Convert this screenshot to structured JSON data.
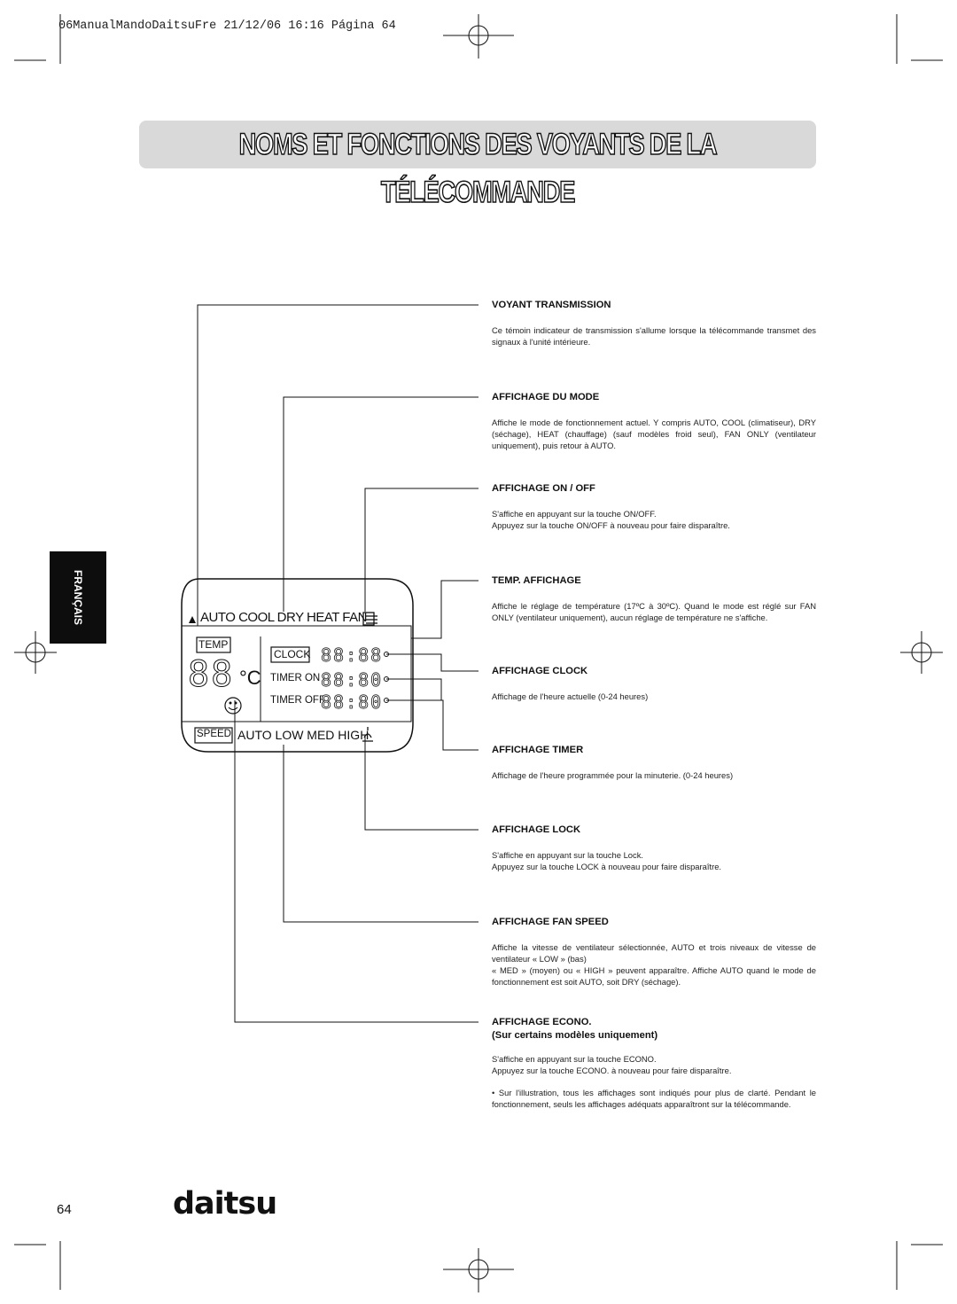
{
  "print_header": "06ManualMandoDaitsuFre  21/12/06  16:16  Página 64",
  "title": "Noms et fonctions des voyants de la télécommande",
  "side_tab": "FRANÇAIS",
  "lcd": {
    "modes": "AUTO COOL DRY HEAT FAN",
    "temp_label": "TEMP",
    "temp_digits": "88",
    "temp_unit": "°C",
    "clock_label": "CLOCK",
    "clock_digits": "88:88",
    "timer_on_label": "TIMER ON",
    "timer_on_digits": "88:80",
    "timer_off_label": "TIMER OFF",
    "timer_off_digits": "88:80",
    "speed_label": "SPEED",
    "speeds": "AUTO LOW MED HIGH"
  },
  "sections": [
    {
      "title": "VOYANT TRANSMISSION",
      "body": [
        "Ce témoin indicateur de transmission s'allume lorsque la télécommande transmet des signaux à l'unité intérieure."
      ]
    },
    {
      "title": "AFFICHAGE DU MODE",
      "body": [
        "Affiche le mode de fonctionnement actuel. Y compris AUTO, COOL (climatiseur), DRY (séchage), HEAT (chauffage) (sauf modèles froid seul), FAN ONLY (ventilateur uniquement), puis retour à AUTO."
      ]
    },
    {
      "title": "AFFICHAGE ON / OFF",
      "body": [
        "S'affiche en appuyant sur la touche ON/OFF.",
        "Appuyez sur la touche ON/OFF à nouveau pour faire disparaître."
      ]
    },
    {
      "title": "TEMP. AFFICHAGE",
      "body": [
        "Affiche le réglage de température (17ºC à 30ºC). Quand le mode est réglé sur FAN ONLY (ventilateur uniquement), aucun réglage de température ne s'affiche."
      ]
    },
    {
      "title": "AFFICHAGE CLOCK",
      "body": [
        "Affichage de l'heure actuelle (0-24 heures)"
      ]
    },
    {
      "title": "AFFICHAGE TIMER",
      "body": [
        "Affichage de l'heure programmée pour la minuterie. (0-24 heures)"
      ]
    },
    {
      "title": "AFFICHAGE LOCK",
      "body": [
        "S'affiche en appuyant sur la touche Lock.",
        "Appuyez sur la touche LOCK à nouveau pour faire disparaître."
      ]
    },
    {
      "title": "AFFICHAGE FAN SPEED",
      "body": [
        "Affiche la vitesse de ventilateur sélectionnée, AUTO et trois niveaux de vitesse de ventilateur « LOW » (bas)",
        "« MED » (moyen) ou « HIGH » peuvent apparaître. Affiche AUTO quand le mode de fonctionnement est soit AUTO, soit DRY (séchage)."
      ]
    },
    {
      "title": "AFFICHAGE ECONO.",
      "subtitle": "(Sur certains modèles uniquement)",
      "body": [
        "S'affiche en appuyant sur la touche ECONO.",
        "Appuyez sur la touche ECONO. à nouveau pour faire disparaître.",
        "•  Sur l'illustration, tous les affichages sont indiqués pour plus de clarté. Pendant le fonctionnement, seuls les affichages adéquats apparaîtront sur la télécommande."
      ]
    }
  ],
  "page_number": "64",
  "brand": "daitsu"
}
